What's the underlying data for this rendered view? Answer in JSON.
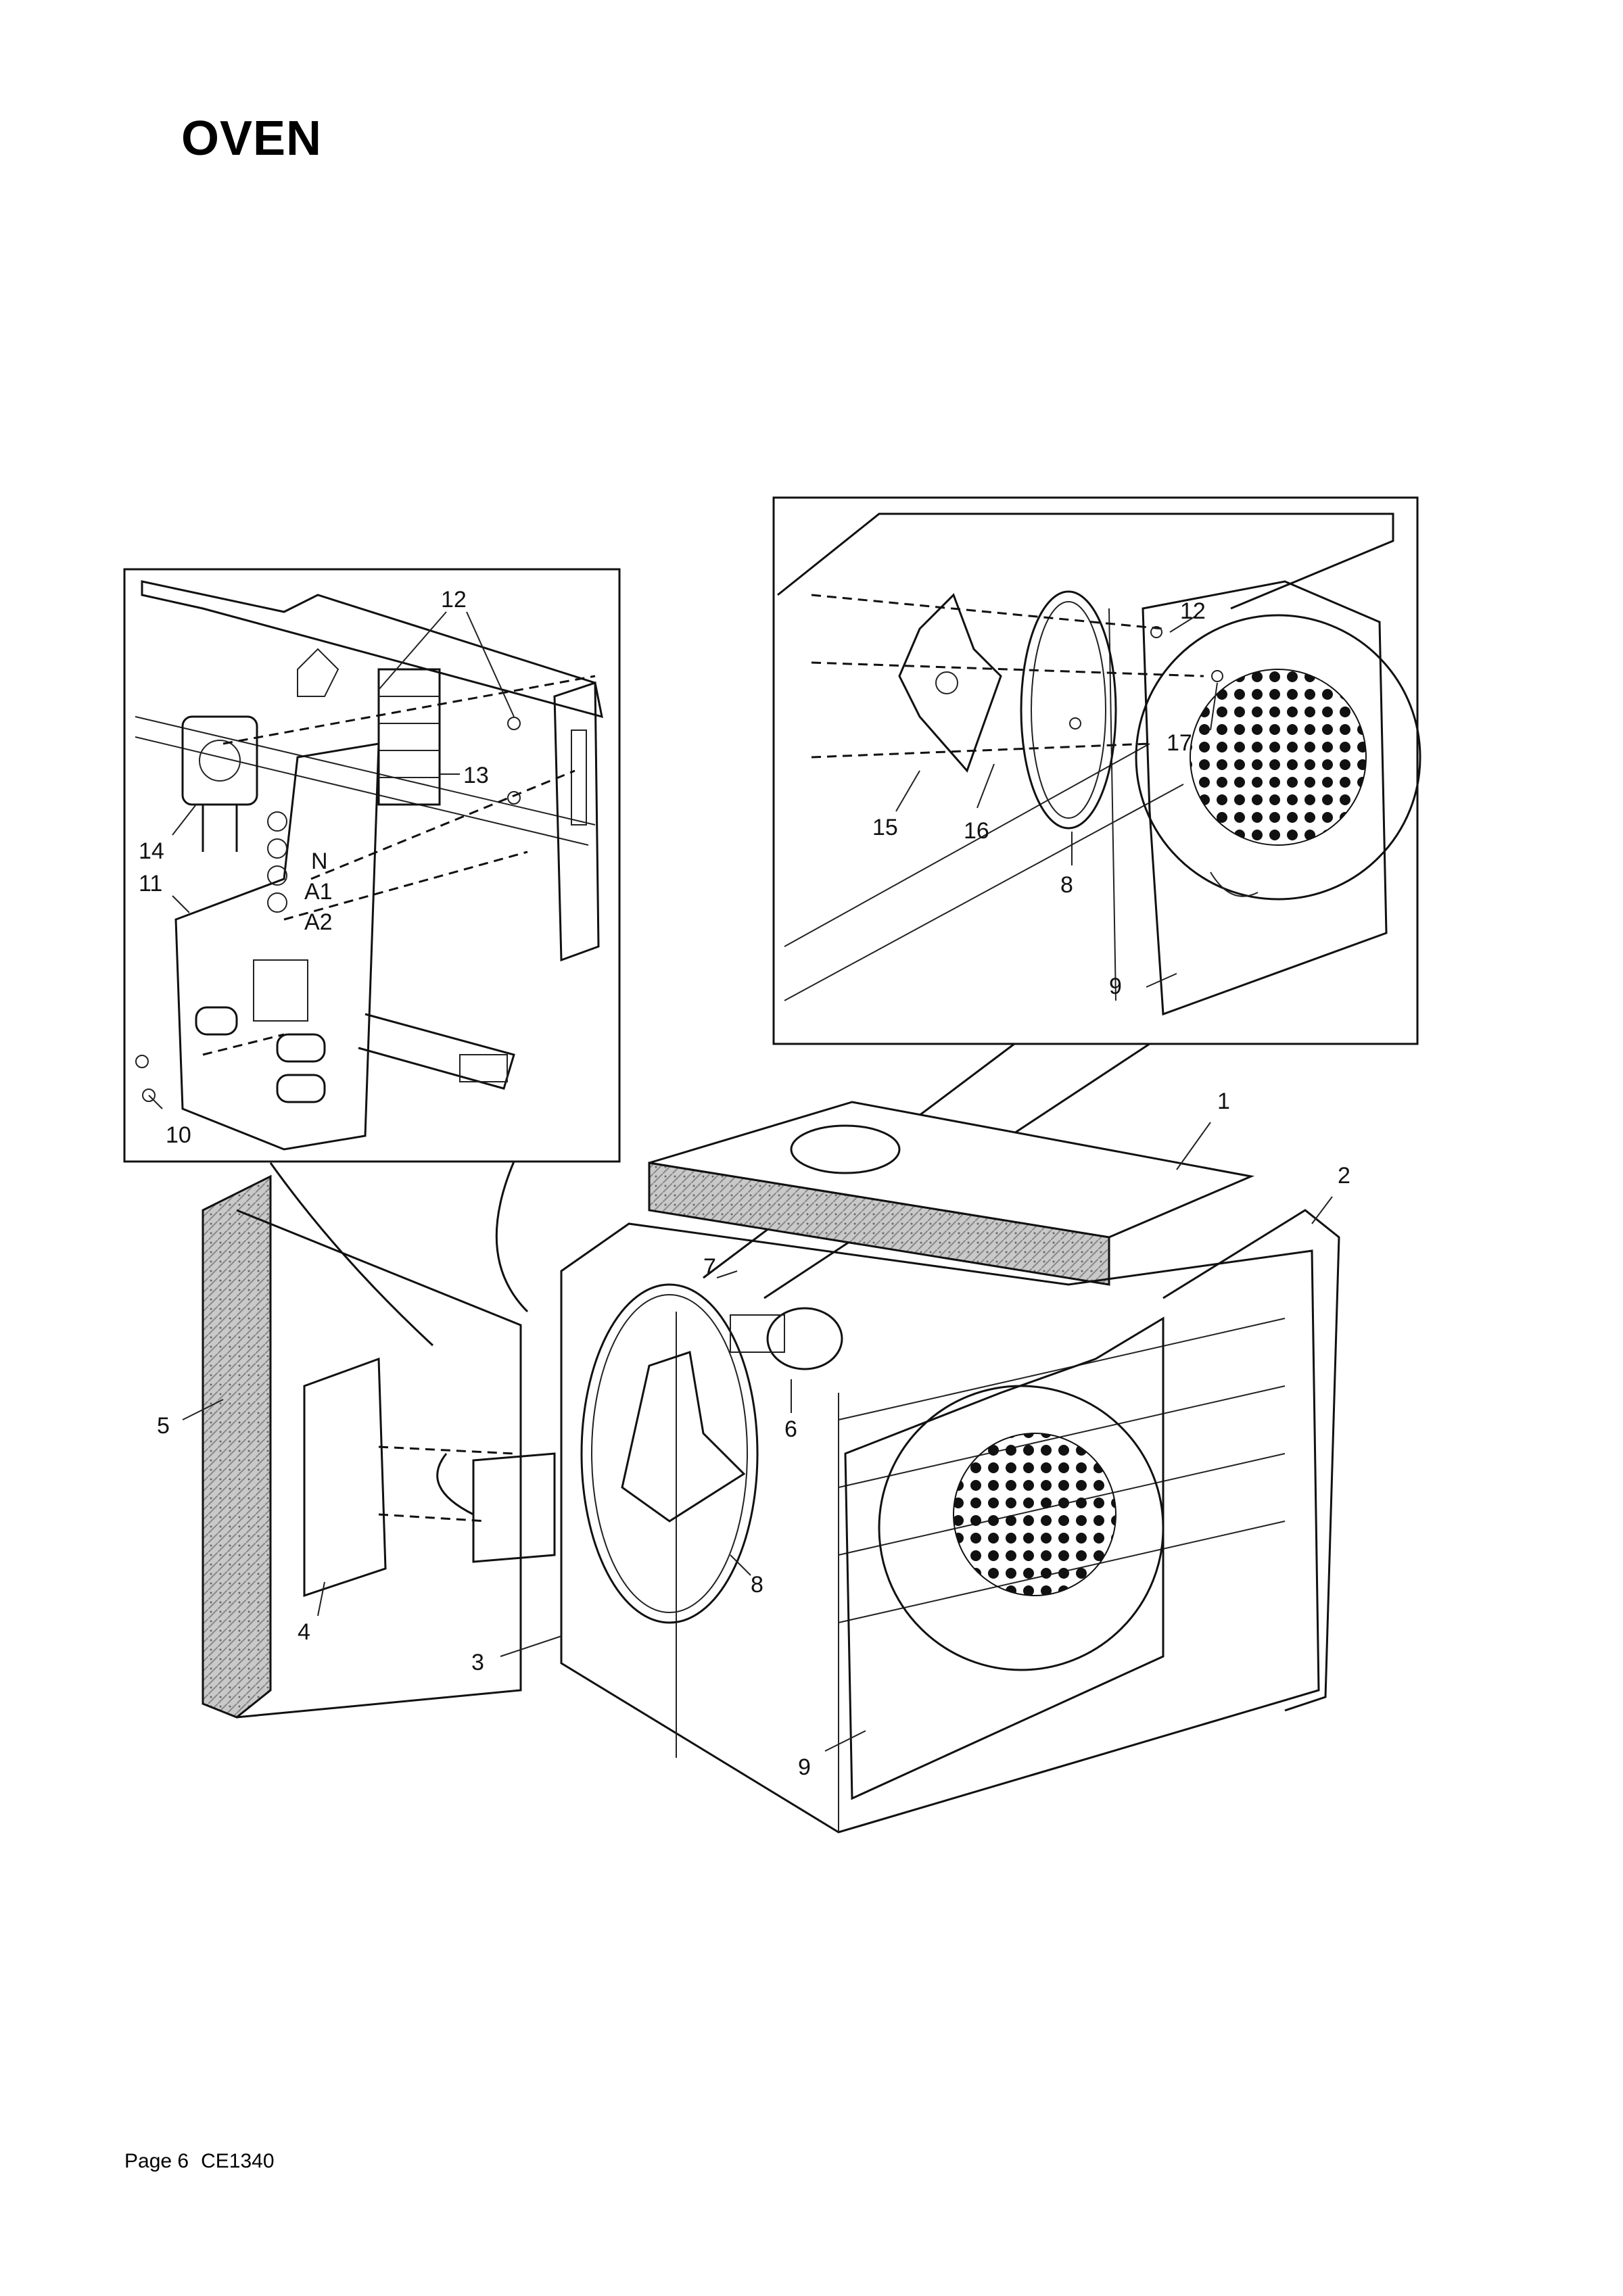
{
  "page": {
    "title": "OVEN",
    "footer_page": "Page 6",
    "footer_code": "CE1340"
  },
  "panel_labels": [
    "N",
    "A1",
    "A2"
  ],
  "callouts": {
    "c1": "1",
    "c2": "2",
    "c3": "3",
    "c4": "4",
    "c5": "5",
    "c6": "6",
    "c7": "7",
    "c8_main": "8",
    "c9_main": "9",
    "c10": "10",
    "c11": "11",
    "c12_left": "12",
    "c13": "13",
    "c14": "14",
    "c8_inset": "8",
    "c9_inset": "9",
    "c12_inset": "12",
    "c15": "15",
    "c16": "16",
    "c17": "17"
  }
}
